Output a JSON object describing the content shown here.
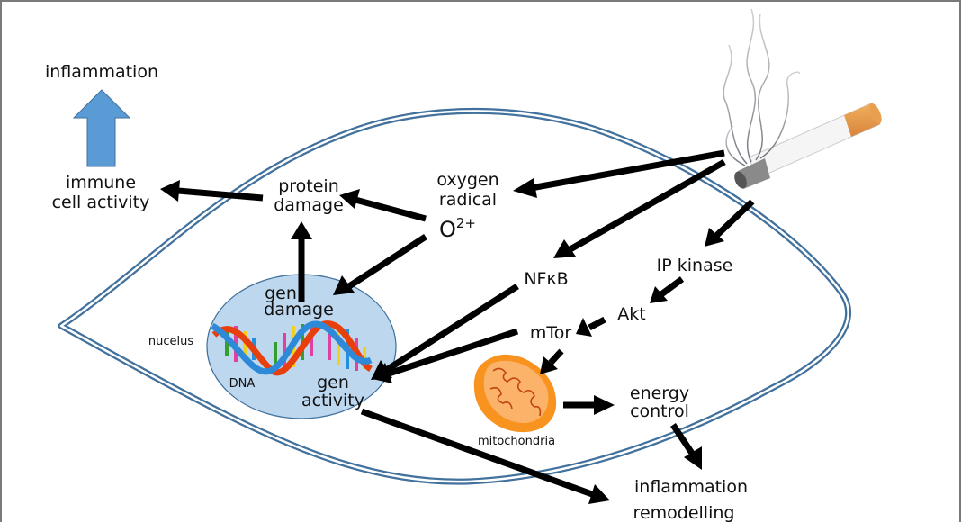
{
  "diagram": {
    "title": "Smoking effects on cell signaling",
    "labels": {
      "inflammation_top": "inflammation",
      "immune_line1": "immune",
      "immune_line2": "cell activity",
      "protein_line1": "protein",
      "protein_line2": "damage",
      "oxygen_line1": "oxygen",
      "oxygen_line2": "radical",
      "o2_base": "O",
      "o2_sup": "2+",
      "gen_damage_line1": "gen",
      "gen_damage_line2": "damage",
      "nucleus": "nucelus",
      "dna": "DNA",
      "gen_activity_line1": "gen",
      "gen_activity_line2": "activity",
      "nfkb": "NFκB",
      "ip_kinase": "IP kinase",
      "akt": "Akt",
      "mtor": "mTor",
      "mitochondria": "mitochondria",
      "energy_line1": "energy",
      "energy_line2": "control",
      "remodel_line1": "inflammation",
      "remodel_line2": "remodelling"
    },
    "edges": [
      {
        "from": "cigarette",
        "to": "oxygen radical"
      },
      {
        "from": "cigarette",
        "to": "NFκB"
      },
      {
        "from": "cigarette",
        "to": "IP kinase"
      },
      {
        "from": "O2+",
        "to": "protein damage"
      },
      {
        "from": "O2+",
        "to": "gen damage"
      },
      {
        "from": "gen damage",
        "to": "protein damage"
      },
      {
        "from": "protein damage",
        "to": "immune cell activity"
      },
      {
        "from": "immune cell activity",
        "to": "inflammation"
      },
      {
        "from": "NFκB",
        "to": "gen activity"
      },
      {
        "from": "mTor",
        "to": "gen activity"
      },
      {
        "from": "IP kinase",
        "to": "Akt"
      },
      {
        "from": "Akt",
        "to": "mTor"
      },
      {
        "from": "mTor",
        "to": "mitochondria"
      },
      {
        "from": "mitochondria",
        "to": "energy control"
      },
      {
        "from": "energy control",
        "to": "inflammation remodelling"
      },
      {
        "from": "gen activity",
        "to": "inflammation remodelling"
      }
    ],
    "icons": [
      "cigarette-icon",
      "smoke-icon",
      "dna-helix-icon",
      "mitochondria-icon",
      "cell-membrane",
      "nucleus"
    ],
    "colors": {
      "membrane": "#41719c",
      "nucleus_fill": "#bdd7ee",
      "nucleus_stroke": "#41719c",
      "up_arrow": "#5b9bd5",
      "mito_outer": "#f7931e",
      "mito_inner": "#fbb36a",
      "mito_line": "#c1440e",
      "arrow": "#000000"
    }
  }
}
